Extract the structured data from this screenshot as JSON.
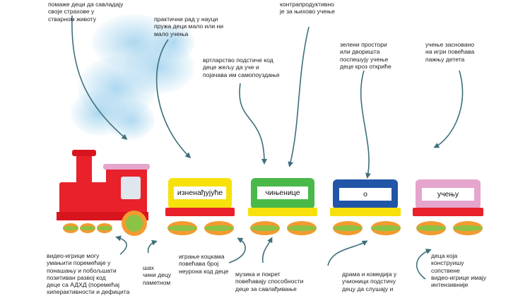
{
  "colors": {
    "arrow": "#3e6f7a",
    "engine": "#e8212b",
    "wagon_yellow": "#f7e10d",
    "wagon_green": "#49b94a",
    "wagon_blue": "#2155a7",
    "wagon_pink": "#e5a5cc",
    "wheel_green": "#8ac346",
    "wheel_orange": "#f39a30",
    "cloud": "#a9d6ef"
  },
  "wagons": [
    {
      "label": "изненађујуће"
    },
    {
      "label": "чињенице"
    },
    {
      "label": "о"
    },
    {
      "label": "учењу"
    }
  ],
  "notes_top": [
    {
      "text": "помаже деци да савладају\nсвоје страхове у\nстварном животу"
    },
    {
      "text": "практични рад у науци\nпружа деци мало или ни\nмало учења"
    },
    {
      "text": "контрапродуктивно\nје за њихово учење"
    },
    {
      "text": "вртларство подстиче код\nдеце жељу да уче и\nпојачава им самопоуздање"
    },
    {
      "text": "зелени простори\nили дворишта\nпоспешују учење\nдеце кроз откриће"
    },
    {
      "text": "учење засновано\nна игри повећава\nпажњу детета"
    }
  ],
  "notes_bottom": [
    {
      "text": "видео-игрице могу\nумањити поремећаје у\nпонашању и побољшати\nпозитиван развој код\nдеце са АДХД (поремећај\nхиперактивности и дефицита"
    },
    {
      "text": "шах\nчини децу\nпаметном"
    },
    {
      "text": "играње коцкама\nповећава број\nнеурона код деце"
    },
    {
      "text": "музика и покрет\nповећавају способности\nдеце за савлађивање"
    },
    {
      "text": "драма и комедија у\nучионици подстичу\nдецу да слушају и"
    },
    {
      "text": "деца која\nконструишу\nсопствене\nвидео-игрице имају\nинтензивније"
    }
  ]
}
